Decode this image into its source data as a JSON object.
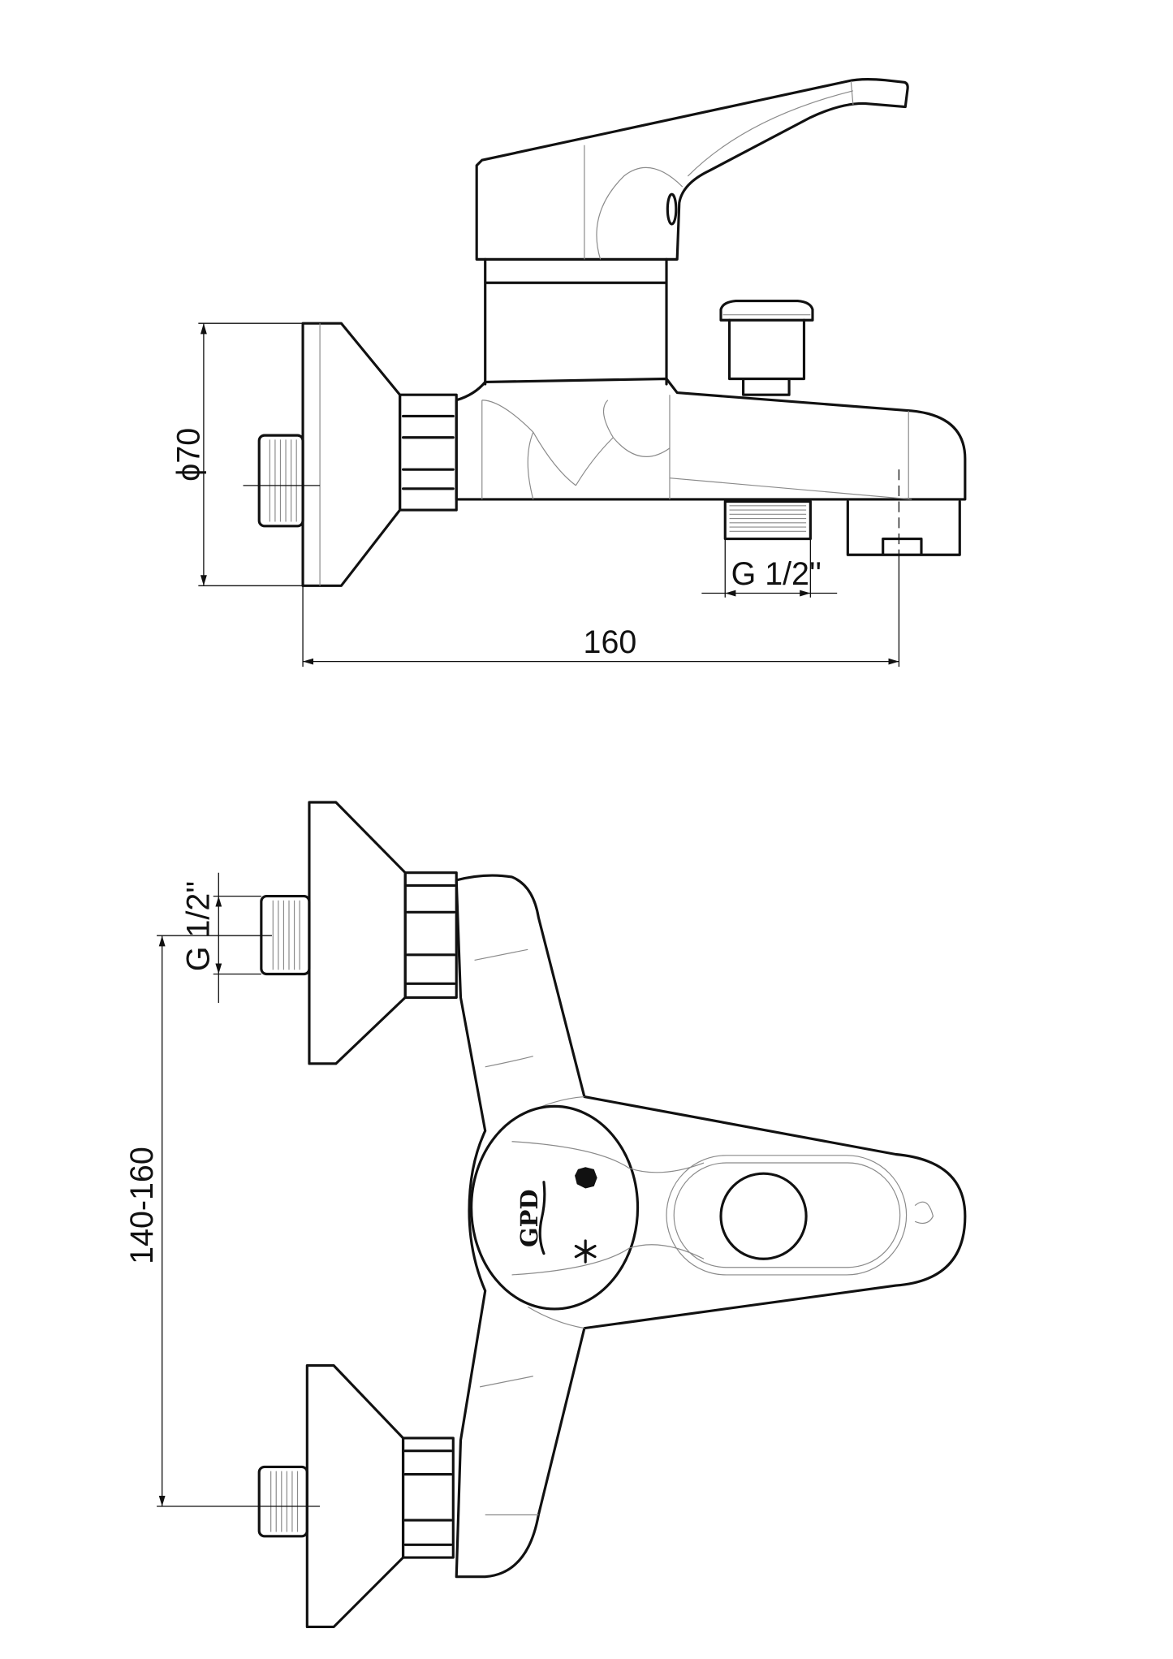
{
  "drawing": {
    "side_view": {
      "diameter_label": "ϕ70",
      "length_label": "160",
      "outlet_thread_label": "G 1/2''"
    },
    "front_view": {
      "inlet_thread_label": "G 1/2''",
      "center_distance_label": "140-160",
      "logo_text": "GPD"
    },
    "colors": {
      "line": "#111111",
      "detail": "#8a8a8a",
      "background": "#ffffff"
    }
  }
}
